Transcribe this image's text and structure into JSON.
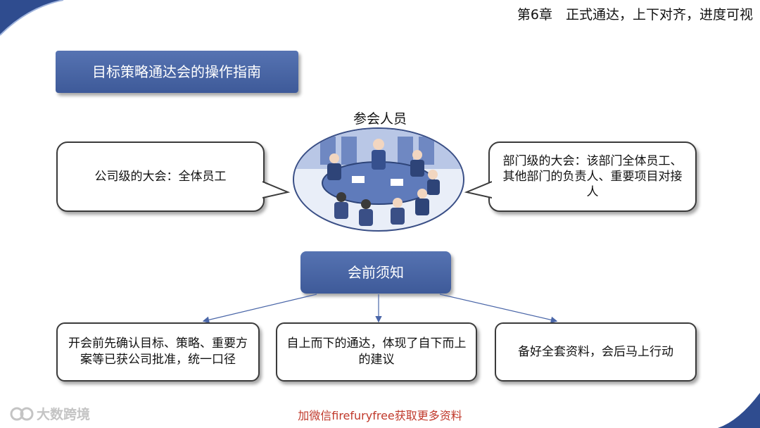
{
  "header": {
    "chapter": "第6章　正式通达，上下对齐，进度可视"
  },
  "title_bar": {
    "label": "目标策略通达会的操作指南"
  },
  "attendees": {
    "label": "参会人员",
    "company_level": "公司级的大会：全体员工",
    "department_level": "部门级的大会：该部门全体员工、其他部门的负责人、重要项目对接人"
  },
  "notice": {
    "label": "会前须知"
  },
  "items": [
    {
      "text": "开会前先确认目标、策略、重要方案等已获公司批准，统一口径"
    },
    {
      "text": "自上而下的通达，体现了自下而上的建议"
    },
    {
      "text": "备好全套资料，会后马上行动"
    }
  ],
  "watermark": {
    "logo_text": "大数跨境",
    "promo": "加微信firefuryfree获取更多资料"
  },
  "colors": {
    "accent": "#4a66a8",
    "promo": "#c0392b"
  }
}
